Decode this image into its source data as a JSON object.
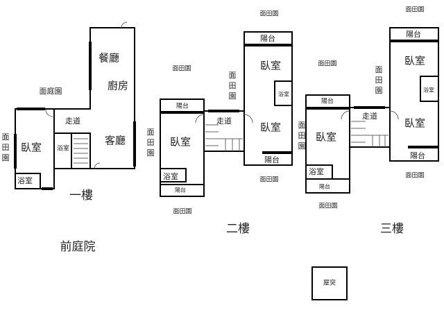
{
  "floors": {
    "first": {
      "title": "一樓",
      "dining": "餐廳",
      "kitchen": "廚房",
      "living": "客廳",
      "corridor": "走道",
      "front_garden_label": "面庭園",
      "bedroom": "臥室",
      "bath_a": "浴室",
      "bath_b": "浴室",
      "left_field": "面田園",
      "right_field": "面田園"
    },
    "second": {
      "title": "二樓",
      "left_balcony_top": "陽台",
      "left_bedroom": "臥室",
      "left_bath": "浴室",
      "left_balcony_bottom": "陽台",
      "corridor": "走道",
      "right_balcony_top": "陽台",
      "right_bedroom_top": "臥室",
      "right_bath": "浴室",
      "right_bedroom_bottom": "臥室",
      "right_balcony_bottom": "陽台",
      "field_top_left": "面田園",
      "field_middle": "面田園",
      "field_bottom_left": "面田園",
      "field_bottom_right": "面田園",
      "field_top_right": "面田園"
    },
    "third": {
      "title": "三樓",
      "left_balcony_top": "陽台",
      "left_bedroom": "臥室",
      "left_bath": "浴室",
      "left_balcony_bottom": "陽台",
      "corridor": "走道",
      "right_balcony_top": "陽台",
      "right_bedroom_top": "臥室",
      "right_bath": "浴室",
      "right_bedroom_bottom": "臥室",
      "right_balcony_bottom": "陽台",
      "field_top_left": "面田園",
      "field_middle": "面田園",
      "field_left": "面田園",
      "field_bottom_left": "面田園",
      "field_bottom_right": "面田園",
      "field_top_right": "面田園"
    }
  },
  "front_yard": "前庭院",
  "roof": "屋突"
}
